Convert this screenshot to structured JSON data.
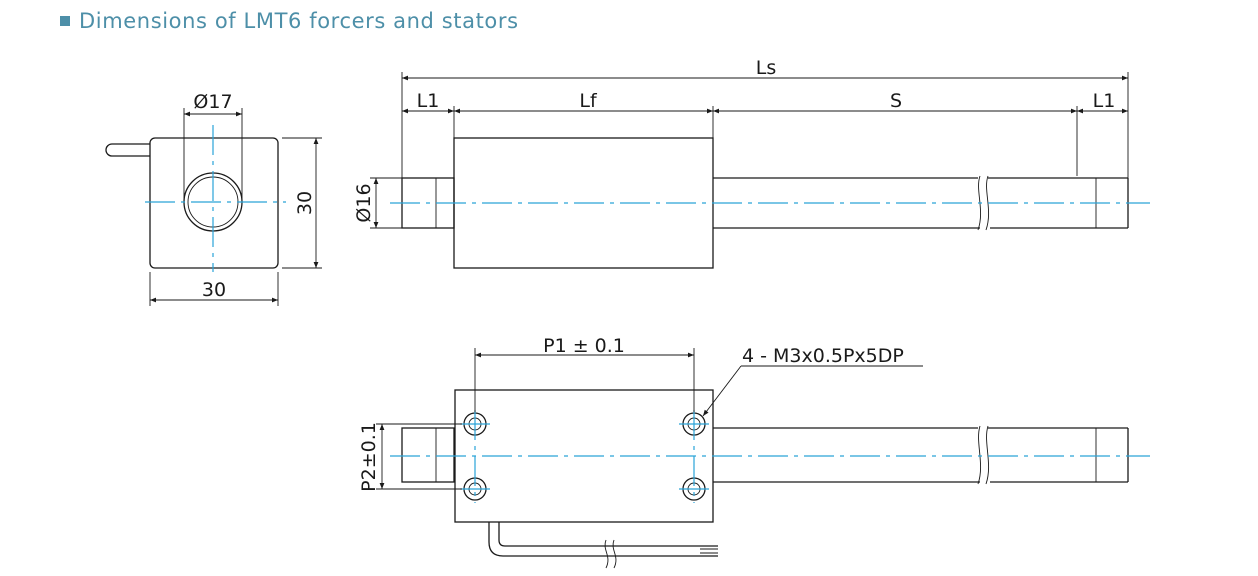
{
  "heading": {
    "title": "Dimensions of LMT6 forcers and stators"
  },
  "labels": {
    "end_diameter": "Ø17",
    "end_height": "30",
    "end_width": "30",
    "stator_total_length": "Ls",
    "left_margin": "L1",
    "forcer_length": "Lf",
    "stroke": "S",
    "right_margin": "L1",
    "shaft_diameter": "Ø16",
    "hole_pitch_x": "P1 ± 0.1",
    "hole_pitch_y": "P2±0.1",
    "thread_spec": "4 - M3x0.5Px5DP"
  },
  "colors": {
    "heading": "#4d8fa8",
    "centerline": "#2aa3d8",
    "line": "#1a1a1a"
  }
}
